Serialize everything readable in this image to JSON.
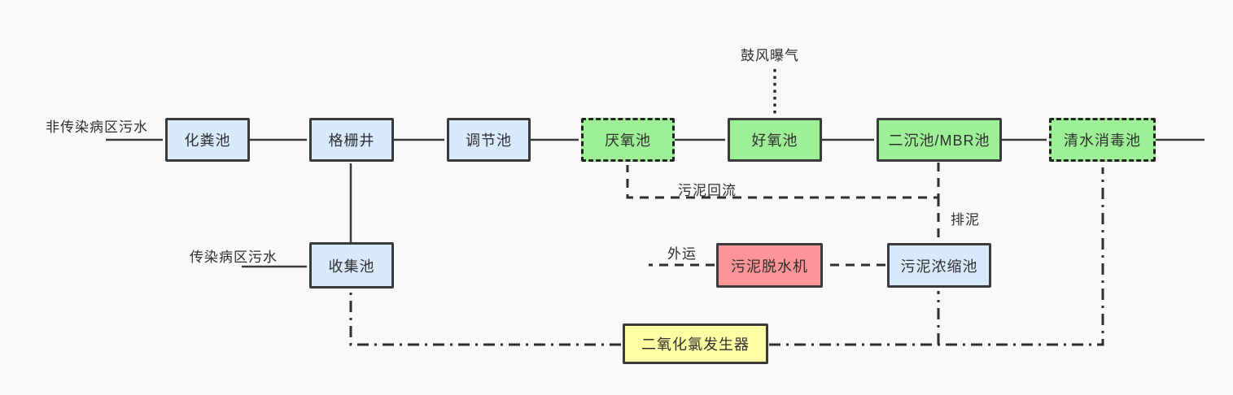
{
  "colors": {
    "background": "#f9f9f9",
    "box_blue": "#d8eafb",
    "box_green": "#9ef096",
    "box_red": "#fd9497",
    "box_yellow": "#fdfda3",
    "line": "#3a3a3a"
  },
  "nodes": {
    "septic_tank": "化粪池",
    "grid_well": "格栅井",
    "regulating_tank": "调节池",
    "anaerobic_tank": "厌氧池",
    "aerobic_tank": "好氧池",
    "secondary_mbr_tank": "二沉池/MBR池",
    "clearwater_disinfection_tank": "清水消毒池",
    "collection_tank": "收集池",
    "sludge_dewatering_machine": "污泥脱水机",
    "sludge_thickening_tank": "污泥浓缩池",
    "chlorine_dioxide_generator": "二氧化氯发生器"
  },
  "flow_labels": {
    "non_infectious_inflow": "非传染病区污水",
    "infectious_inflow": "传染病区污水",
    "blast_aeration": "鼓风曝气",
    "sludge_return": "污泥回流",
    "sludge_discharge": "排泥",
    "outbound_transport": "外运"
  }
}
